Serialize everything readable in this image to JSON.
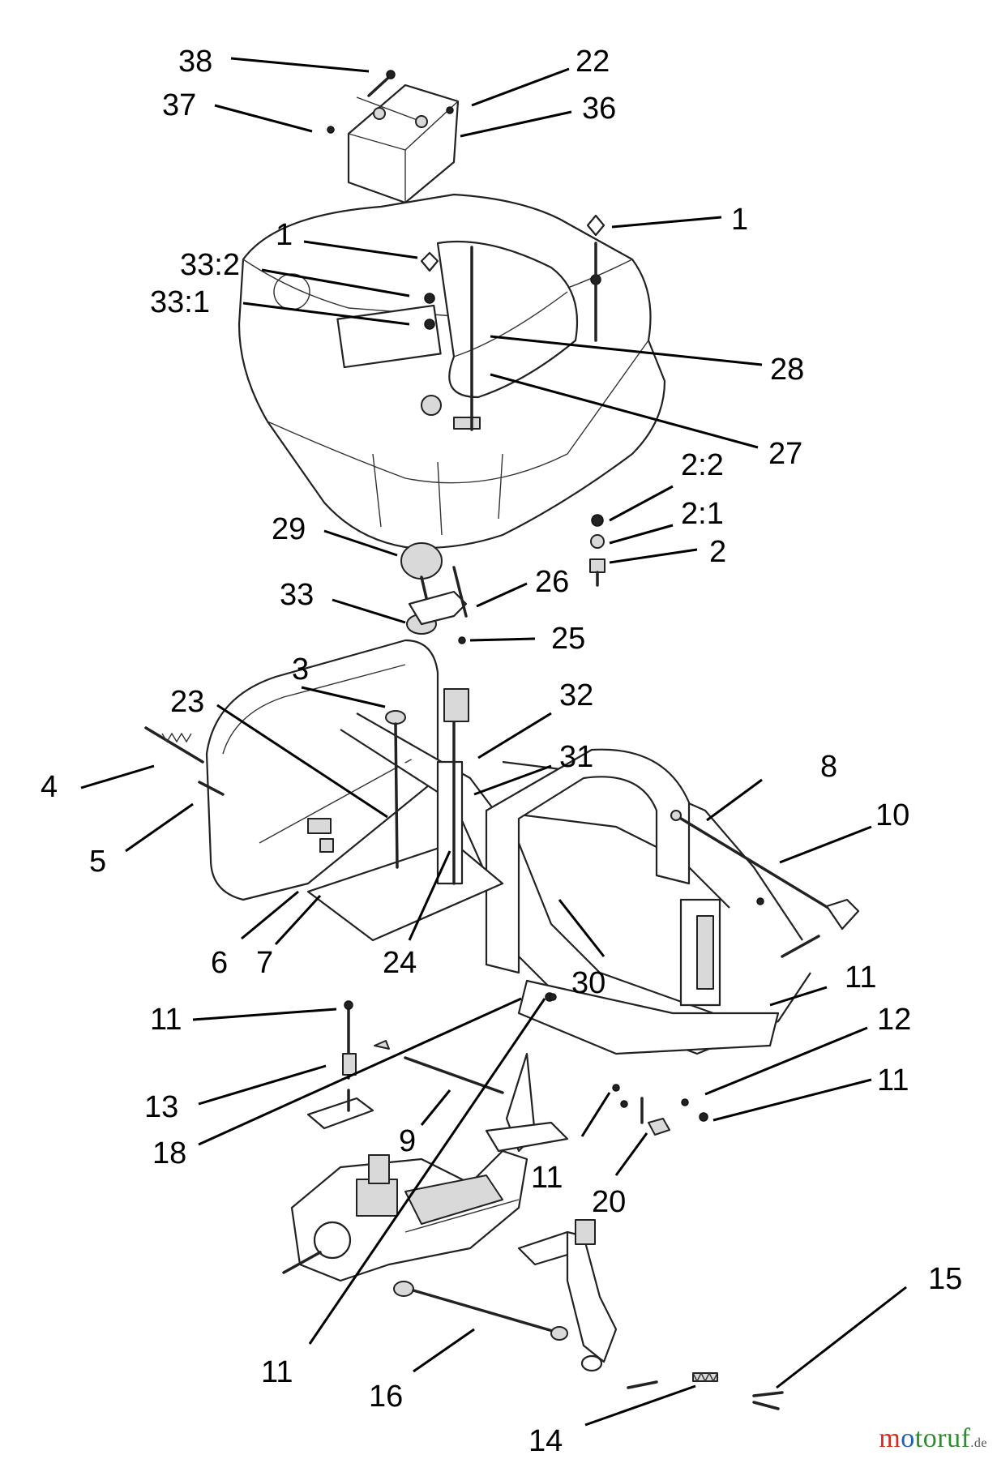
{
  "callouts": [
    {
      "text": "38"
    },
    {
      "text": "22"
    },
    {
      "text": "37"
    },
    {
      "text": "36"
    },
    {
      "text": "1"
    },
    {
      "text": "1"
    },
    {
      "text": "33:2"
    },
    {
      "text": "33:1"
    },
    {
      "text": "28"
    },
    {
      "text": "27"
    },
    {
      "text": "2:2"
    },
    {
      "text": "2:1"
    },
    {
      "text": "2"
    },
    {
      "text": "29"
    },
    {
      "text": "26"
    },
    {
      "text": "33"
    },
    {
      "text": "25"
    },
    {
      "text": "3"
    },
    {
      "text": "23"
    },
    {
      "text": "32"
    },
    {
      "text": "31"
    },
    {
      "text": "4"
    },
    {
      "text": "8"
    },
    {
      "text": "10"
    },
    {
      "text": "5"
    },
    {
      "text": "6"
    },
    {
      "text": "7"
    },
    {
      "text": "24"
    },
    {
      "text": "30"
    },
    {
      "text": "11"
    },
    {
      "text": "11"
    },
    {
      "text": "12"
    },
    {
      "text": "11"
    },
    {
      "text": "13"
    },
    {
      "text": "9"
    },
    {
      "text": "18"
    },
    {
      "text": "11"
    },
    {
      "text": "20"
    },
    {
      "text": "15"
    },
    {
      "text": "11"
    },
    {
      "text": "16"
    },
    {
      "text": "14"
    }
  ],
  "watermark": {
    "m": "m",
    "o": "o",
    "rest": "toruf",
    "suffix": ".de"
  }
}
